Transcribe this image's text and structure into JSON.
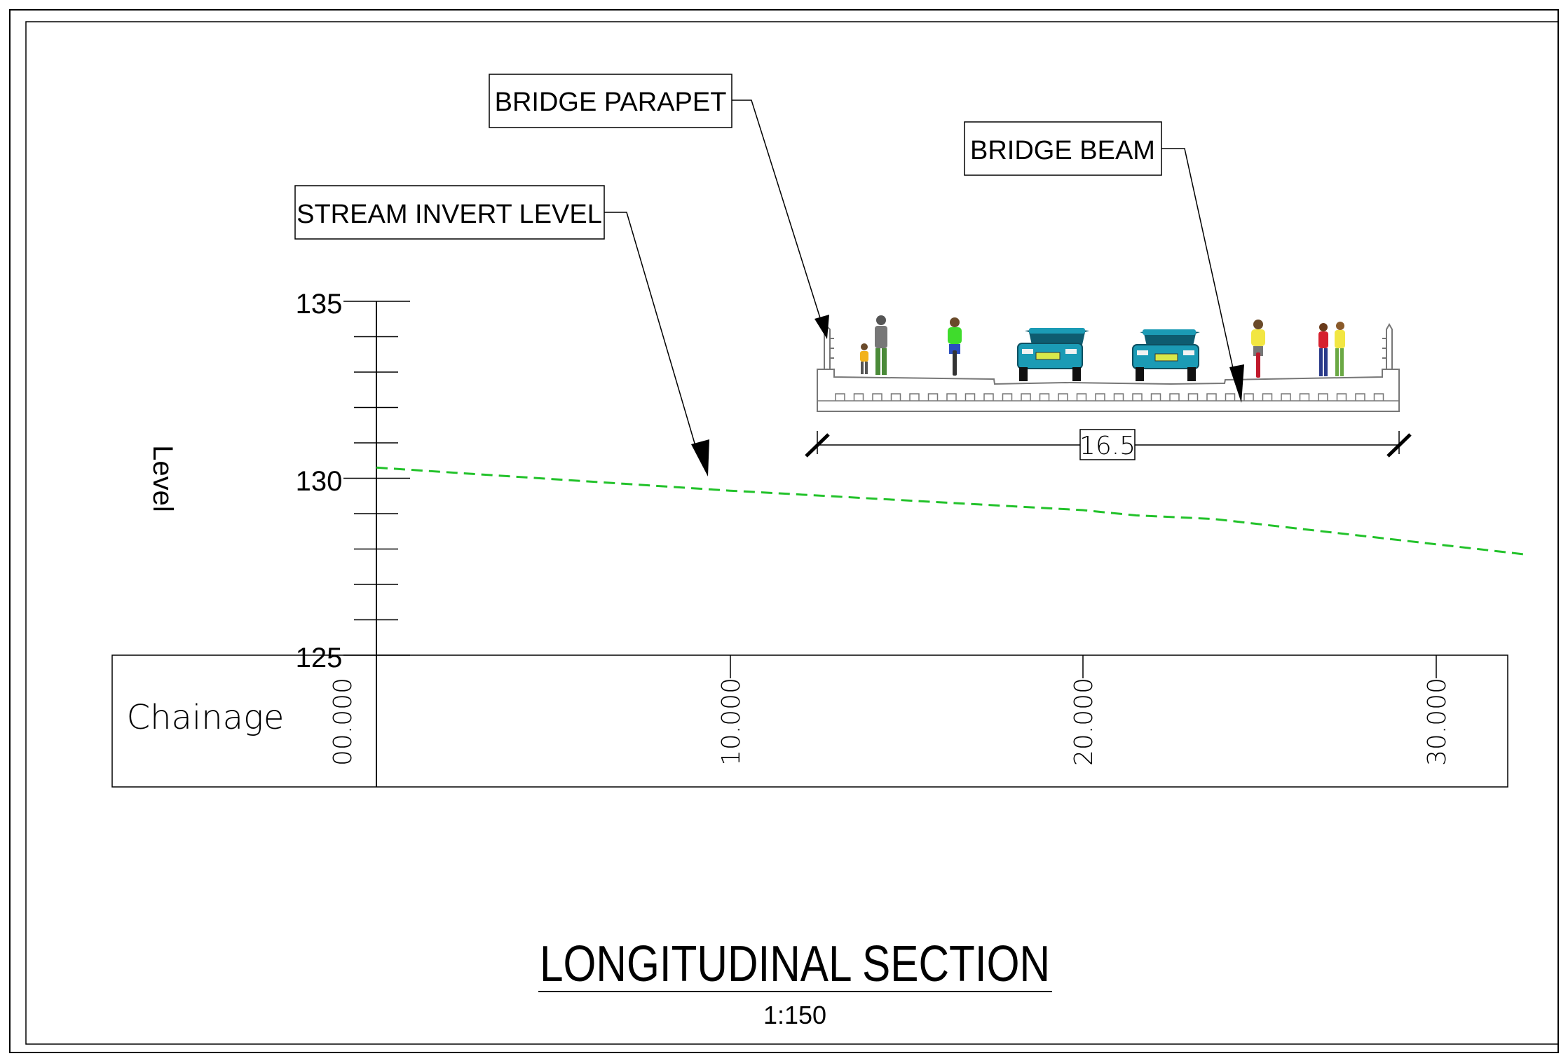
{
  "callouts": {
    "bridge_parapet": "BRIDGE PARAPET",
    "bridge_beam": "BRIDGE BEAM",
    "stream_invert_level": "STREAM INVERT LEVEL"
  },
  "level_axis": {
    "label": "Level",
    "ticks": [
      "135",
      "130",
      "125"
    ]
  },
  "chainage_axis": {
    "label": "Chainage",
    "ticks": [
      "00.000",
      "10.000",
      "20.000",
      "30.000"
    ]
  },
  "bridge": {
    "span_dimension": "16.5"
  },
  "title": {
    "main": "LONGITUDINAL SECTION",
    "scale": "1:150"
  },
  "colors": {
    "invert_line": "#22c22a",
    "car": "#1b9bb5",
    "lines": "#000000"
  },
  "chart_data": {
    "type": "line",
    "title": "LONGITUDINAL SECTION",
    "xlabel": "Chainage",
    "ylabel": "Level",
    "xlim": [
      0,
      32
    ],
    "ylim": [
      125,
      135
    ],
    "series": [
      {
        "name": "STREAM INVERT LEVEL",
        "x": [
          0,
          10,
          20,
          21.5,
          23.7,
          32.5
        ],
        "y": [
          130.3,
          129.65,
          129.1,
          128.95,
          128.85,
          127.85
        ]
      }
    ]
  }
}
